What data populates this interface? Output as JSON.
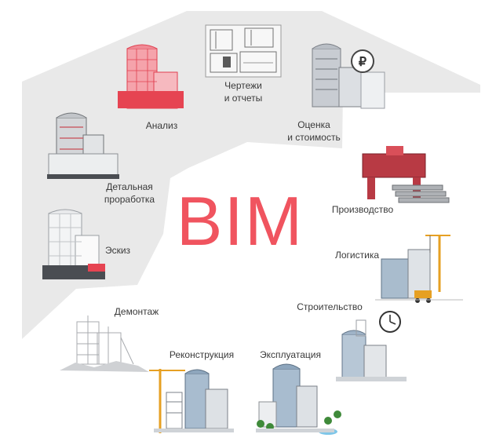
{
  "title": "BIM",
  "colors": {
    "background_shape": "#e9e9e9",
    "accent": "#f0545f",
    "label": "#3a3a3a",
    "building_gray": "#d9dce0",
    "building_red": "#e64452",
    "glass_blue": "#9fb3c7"
  },
  "stages": [
    {
      "id": "drawings",
      "label": "Чертежи\nи отчеты",
      "icon": "blueprint-sheets-icon"
    },
    {
      "id": "estimate",
      "label": "Оценка\nи стоимость",
      "icon": "building-with-ruble-icon"
    },
    {
      "id": "analysis",
      "label": "Анализ",
      "icon": "red-building-model-icon"
    },
    {
      "id": "detail",
      "label": "Детальная\nпроработка",
      "icon": "detailed-building-icon"
    },
    {
      "id": "sketch",
      "label": "Эскиз",
      "icon": "sketch-building-icon"
    },
    {
      "id": "production",
      "label": "Производство",
      "icon": "prefab-production-icon"
    },
    {
      "id": "logistics",
      "label": "Логистика",
      "icon": "crane-logistics-icon"
    },
    {
      "id": "construction",
      "label": "Строительство",
      "icon": "construction-clock-icon"
    },
    {
      "id": "operation",
      "label": "Эксплуатация",
      "icon": "operated-building-icon"
    },
    {
      "id": "reconstruction",
      "label": "Реконструкция",
      "icon": "reconstruction-crane-icon"
    },
    {
      "id": "demolition",
      "label": "Демонтаж",
      "icon": "demolition-ruins-icon"
    }
  ]
}
